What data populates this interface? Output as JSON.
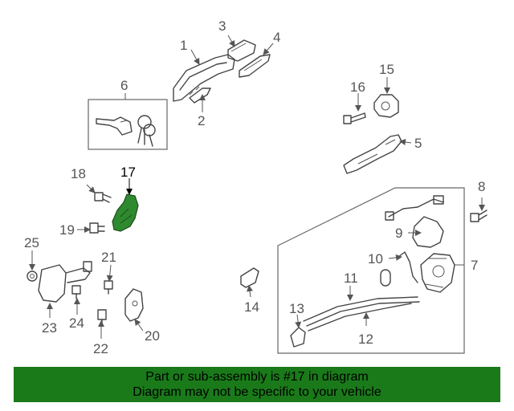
{
  "callouts": {
    "c1": "1",
    "c2": "2",
    "c3": "3",
    "c4": "4",
    "c5": "5",
    "c6": "6",
    "c7": "7",
    "c8": "8",
    "c9": "9",
    "c10": "10",
    "c11": "11",
    "c12": "12",
    "c13": "13",
    "c14": "14",
    "c15": "15",
    "c16": "16",
    "c17": "17",
    "c18": "18",
    "c19": "19",
    "c20": "20",
    "c21": "21",
    "c22": "22",
    "c23": "23",
    "c24": "24",
    "c25": "25"
  },
  "highlighted_part": "17",
  "colors": {
    "banner_bg": "#1a7a1a",
    "highlight_fill": "#2f8a2f"
  },
  "banner": {
    "line1": "Part or sub-assembly is #17 in diagram",
    "line2": "Diagram may not be specific to your vehicle"
  }
}
